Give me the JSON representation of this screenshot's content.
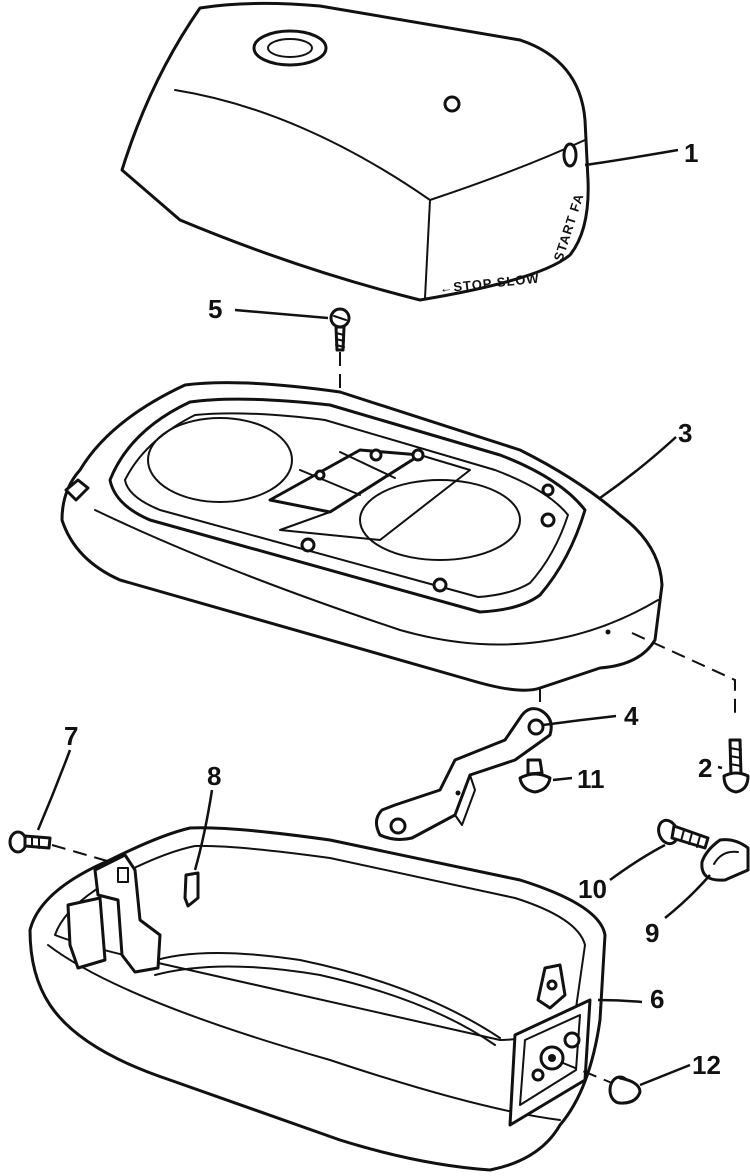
{
  "callouts": [
    "1",
    "2",
    "3",
    "4",
    "5",
    "6",
    "7",
    "8",
    "9",
    "10",
    "11",
    "12"
  ],
  "decals": {
    "stop_slow": "←STOP SLOW",
    "start_partial": "START FA"
  },
  "colors": {
    "line": "#111111",
    "background": "#ffffff"
  }
}
